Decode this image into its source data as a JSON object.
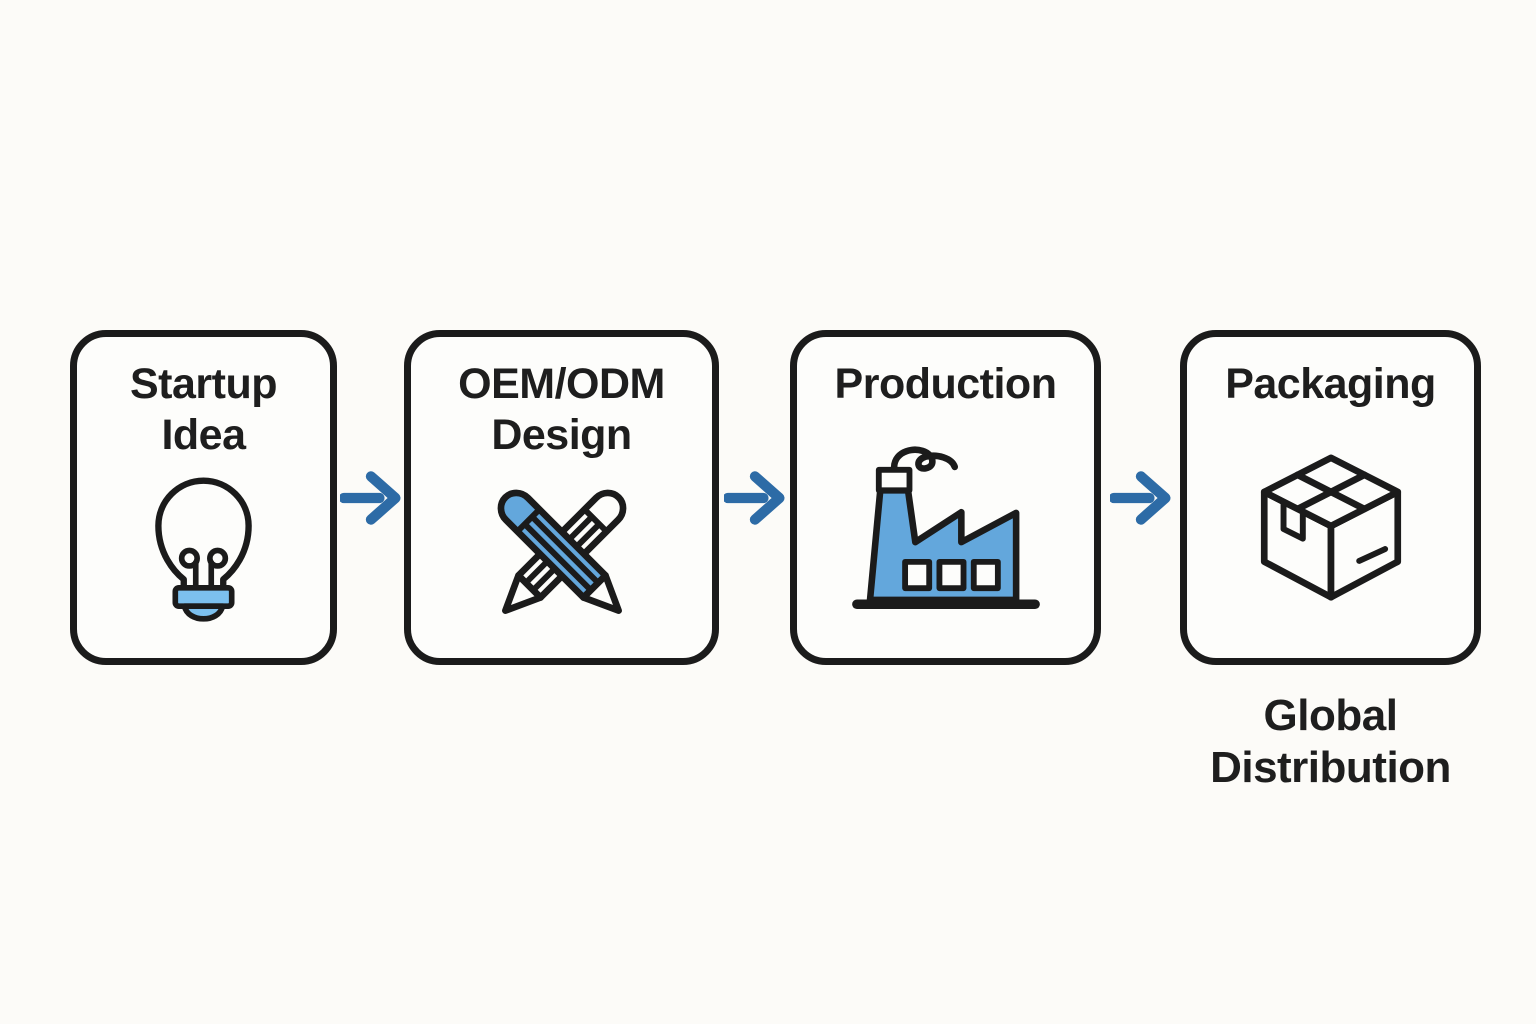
{
  "colors": {
    "canvas_bg": "#fcfbf8",
    "box_bg": "#fdfdfb",
    "outline": "#1b1b1b",
    "text": "#1e1e1e",
    "icon_blue": "#63a7dc",
    "bulb_base_blue": "#7cc0ee",
    "arrow_blue": "#2d6ba6"
  },
  "steps": [
    {
      "line1": "Startup",
      "line2": "Idea",
      "icon": "lightbulb-icon"
    },
    {
      "line1": "OEM/ODM",
      "line2": "Design",
      "icon": "crossed-pencils-icon"
    },
    {
      "line1": "Production",
      "line2": "",
      "icon": "factory-icon"
    },
    {
      "line1": "Packaging",
      "line2": "",
      "icon": "package-box-icon"
    }
  ],
  "connectors": [
    {
      "from": "Startup Idea",
      "to": "OEM/ODM Design",
      "icon": "right-arrow-icon"
    },
    {
      "from": "OEM/ODM Design",
      "to": "Production",
      "icon": "right-arrow-icon"
    },
    {
      "from": "Production",
      "to": "Packaging",
      "icon": "right-arrow-icon"
    }
  ],
  "footer": {
    "line1": "Global",
    "line2": "Distribution"
  }
}
